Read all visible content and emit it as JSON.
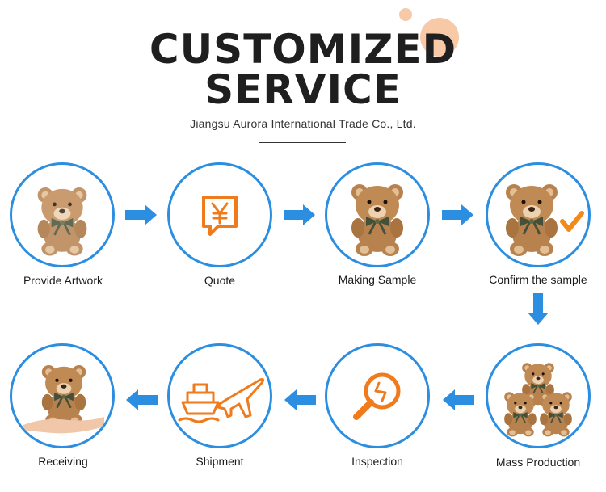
{
  "header": {
    "title_line1": "CUSTOMIZED",
    "title_line2": "SERVICE",
    "company": "Jiangsu Aurora International Trade Co., Ltd."
  },
  "colors": {
    "accent_blue": "#2b8ee0",
    "icon_orange": "#f07b1c",
    "deco_peach": "#f7c9a6",
    "check_orange": "#f08a1a"
  },
  "steps": [
    {
      "label": "Provide Artwork",
      "icon": "teddy-bear-sketch"
    },
    {
      "label": "Quote",
      "icon": "yen-chat-icon"
    },
    {
      "label": "Making Sample",
      "icon": "teddy-bear"
    },
    {
      "label": "Confirm the sample",
      "icon": "teddy-bear-check"
    },
    {
      "label": "Mass Production",
      "icon": "teddy-bear-group"
    },
    {
      "label": "Inspection",
      "icon": "magnifier-icon"
    },
    {
      "label": "Shipment",
      "icon": "ship-plane-icon"
    },
    {
      "label": "Receiving",
      "icon": "teddy-bear-on-hand"
    }
  ]
}
